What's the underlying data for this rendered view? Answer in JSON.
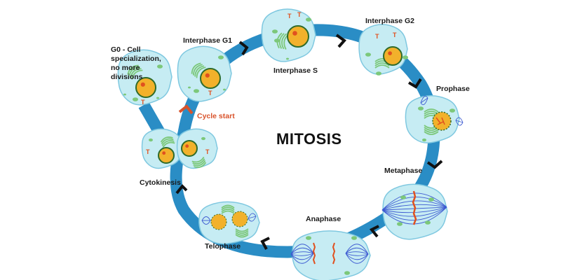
{
  "title": "MITOSIS",
  "cycle_start_label": "Cycle start",
  "colors": {
    "ring": "#2a8dc5",
    "arrow": "#111111",
    "start_arrow": "#d9532b",
    "cytoplasm": "#c6ecf3",
    "membrane": "#7fc8e0",
    "nucleus": "#f2b12b",
    "nucleus_border": "#2f6b2a",
    "organelle": "#7cc87a",
    "spindle": "#3d5ad1",
    "chromosome": "#e0501f"
  },
  "stages": [
    {
      "id": "g0",
      "label": "G0 - Cell\nspecialization,\nno more\ndivisions"
    },
    {
      "id": "g1",
      "label": "Interphase G1"
    },
    {
      "id": "s",
      "label": "Interphase S"
    },
    {
      "id": "g2",
      "label": "Interphase G2"
    },
    {
      "id": "prophase",
      "label": "Prophase"
    },
    {
      "id": "metaphase",
      "label": "Metaphase"
    },
    {
      "id": "anaphase",
      "label": "Anaphase"
    },
    {
      "id": "telophase",
      "label": "Telophase"
    },
    {
      "id": "cytokinesis",
      "label": "Cytokinesis"
    }
  ]
}
